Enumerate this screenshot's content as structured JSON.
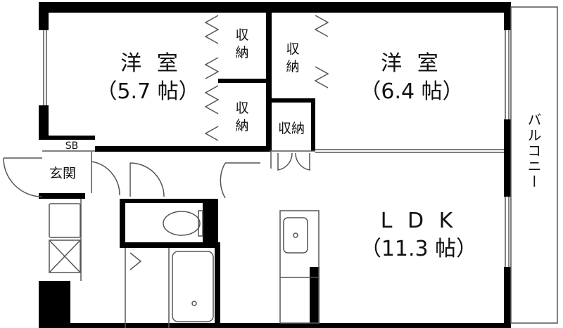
{
  "rooms": {
    "western_left": {
      "name": "洋 室",
      "size": "（5.7 帖）"
    },
    "western_right": {
      "name": "洋 室",
      "size": "（6.4 帖）"
    },
    "ldk": {
      "name": "L D K",
      "size": "（11.3 帖）"
    }
  },
  "storage": {
    "closet_1": "収\n納",
    "closet_2": "収\n納",
    "closet_3": "収\n納",
    "closet_4": "収納"
  },
  "shoe_box": "SB",
  "entrance": "玄関",
  "balcony": "バルコニー",
  "colors": {
    "wall": "#000000",
    "line": "#555555",
    "background": "#ffffff"
  }
}
